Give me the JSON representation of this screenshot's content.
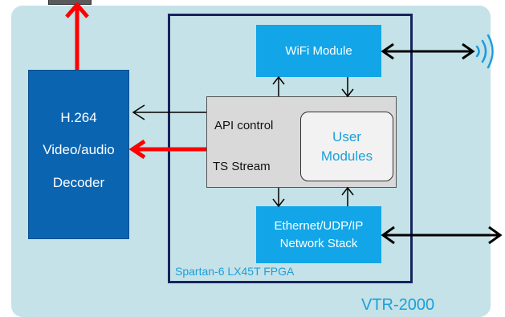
{
  "decoder": {
    "line1": "H.264",
    "line2": "Video/audio",
    "line3": "Decoder"
  },
  "wifi_module": {
    "label": "WiFi Module"
  },
  "network_stack": {
    "line1": "Ethernet/UDP/IP",
    "line2": "Network Stack"
  },
  "core": {
    "api_label": "API control",
    "ts_label": "TS Stream"
  },
  "user_modules": {
    "line1": "User",
    "line2": "Modules"
  },
  "fpga": {
    "label": "Spartan-6 LX45T FPGA"
  },
  "product": {
    "label": "VTR-2000"
  },
  "colors": {
    "board": "#c4e2e7",
    "fpga_border": "#17245c",
    "decoder": "#0b64b0",
    "module": "#12a6e8",
    "core": "#d9d9d9",
    "ts_arrow": "#ff0000",
    "text_accent": "#1b9fdb"
  }
}
